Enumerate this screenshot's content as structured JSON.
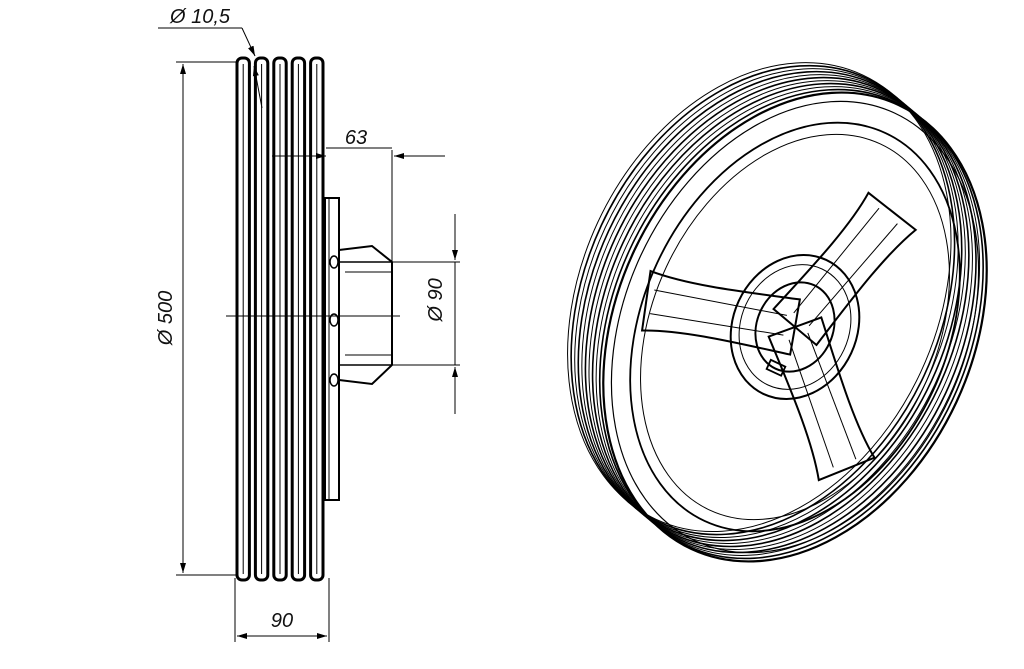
{
  "drawing": {
    "dimensions": {
      "groove_diameter": "Ø 10,5",
      "hub_offset": "63",
      "bore_diameter": "Ø 90",
      "outer_diameter": "Ø 500",
      "face_width": "90"
    },
    "groove_count": 5,
    "spoke_count": 3
  }
}
